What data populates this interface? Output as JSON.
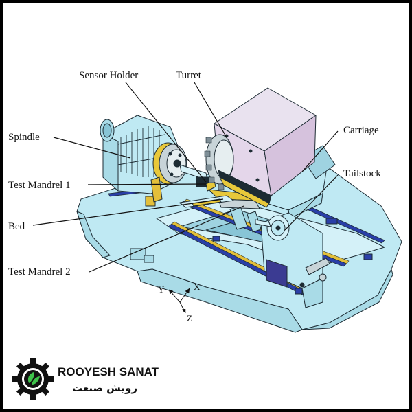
{
  "labels": {
    "sensor_holder": "Sensor Holder",
    "turret": "Turret",
    "carriage": "Carriage",
    "spindle": "Spindle",
    "tailstock": "Tailstock",
    "test_mandrel_1": "Test Mandrel 1",
    "bed": "Bed",
    "test_mandrel_2": "Test Mandrel 2"
  },
  "axes": {
    "y": "Y",
    "x": "X",
    "z": "Z"
  },
  "logo": {
    "name": "ROOYESH SANAT",
    "name_fa": "رویش صنعت"
  },
  "colors": {
    "machine_fill": "#bfe9f3",
    "outline": "#1d2b33",
    "turret_fill": "#e4d6ea",
    "rail_blue": "#2a3fa8",
    "rail_yellow": "#e3bf3a",
    "mandrel_yellow": "#e8c83a",
    "tailstock_window": "#3b3b92"
  }
}
